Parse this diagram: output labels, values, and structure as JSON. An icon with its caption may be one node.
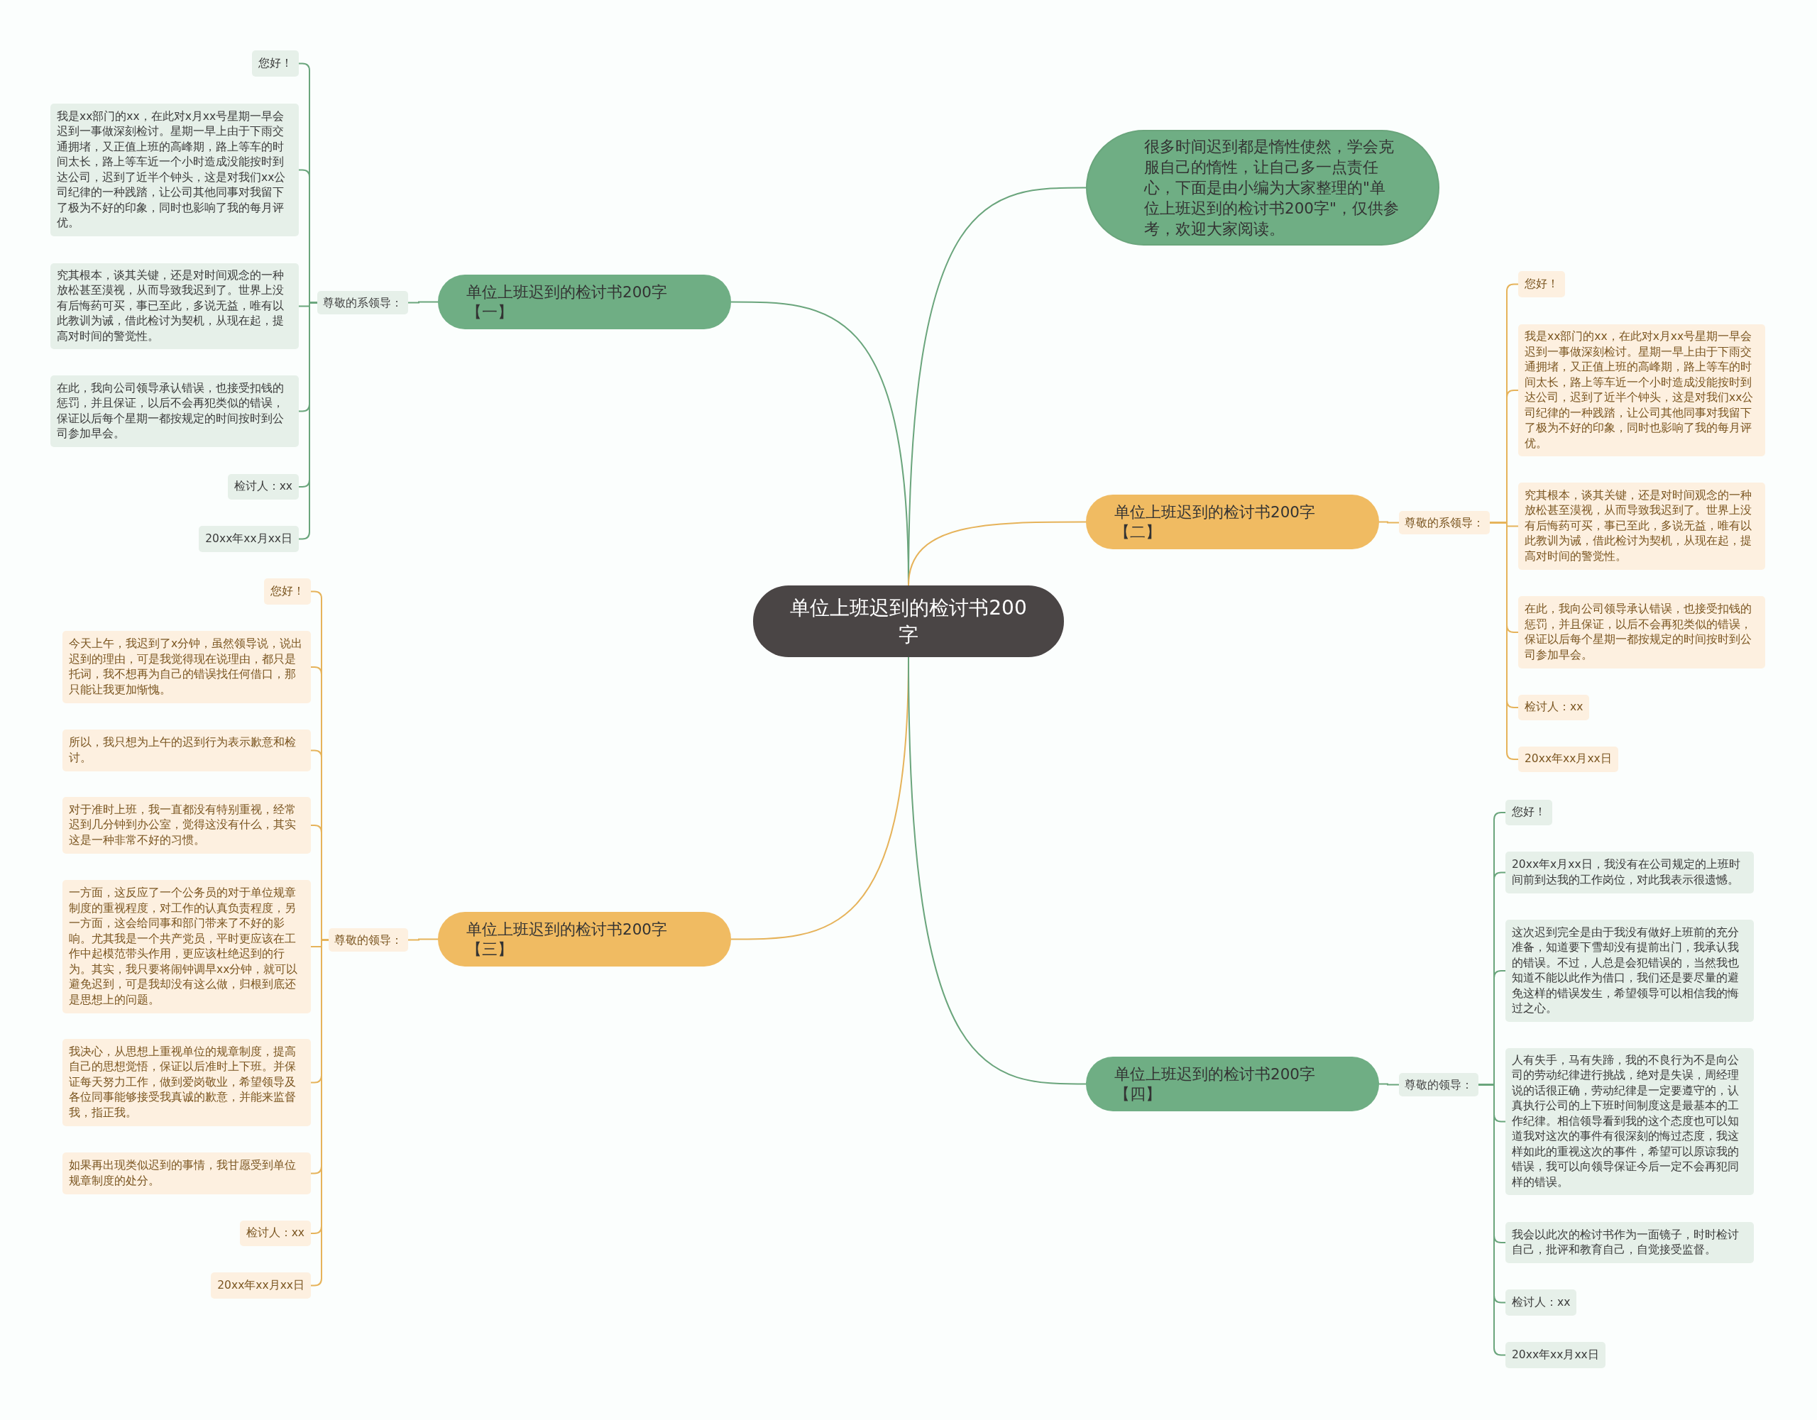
{
  "diagram": {
    "nodes": [
      {
        "text": [
          "单位上班迟到的检讨书200字"
        ]
      },
      {
        "text": [
          "很多时间迟到都是惰性使然，学会克服自己的惰性，让自己多一点责任心，下面是由小编为大家整理的\"单位上班迟到的检讨书200字\"，仅供参考，欢迎大家阅读。"
        ]
      },
      {
        "text": [
          "单位上班迟到的检讨书200字【一】"
        ]
      },
      {
        "text": [
          "尊敬的系领导："
        ]
      },
      {
        "text": [
          "您好！"
        ]
      },
      {
        "text": [
          "我是xx部门的xx，在此对x月xx号星期一早会迟到一事做深刻检讨。星期一早上由于下雨交通拥堵，又正值上班的高峰期，路上等车的时间太长，路上等车近一个小时造成没能按时到达公司，迟到了近半个钟头，这是对我们xx公司纪律的一种践踏，让公司其他同事对我留下了极为不好的印象，同时也影响了我的每月评优。"
        ]
      },
      {
        "text": [
          "究其根本，谈其关键，还是对时间观念的一种放松甚至漠视，从而导致我迟到了。世界上没有后悔药可买，事已至此，多说无益，唯有以此教训为诫，借此检讨为契机，从现在起，提高对时间的警觉性。"
        ]
      },
      {
        "text": [
          "在此，我向公司领导承认错误，也接受扣钱的惩罚，并且保证，以后不会再犯类似的错误，保证以后每个星期一都按规定的时间按时到公司参加早会。"
        ]
      },
      {
        "text": [
          "检讨人：xx"
        ]
      },
      {
        "text": [
          "20xx年xx月xx日"
        ]
      },
      {
        "text": [
          "单位上班迟到的检讨书200字【二】"
        ]
      },
      {
        "text": [
          "尊敬的系领导："
        ]
      },
      {
        "text": [
          "您好！"
        ]
      },
      {
        "text": [
          "我是xx部门的xx，在此对x月xx号星期一早会迟到一事做深刻检讨。星期一早上由于下雨交通拥堵，又正值上班的高峰期，路上等车的时间太长，路上等车近一个小时造成没能按时到达公司，迟到了近半个钟头，这是对我们xx公司纪律的一种践踏，让公司其他同事对我留下了极为不好的印象，同时也影响了我的每月评优。"
        ]
      },
      {
        "text": [
          "究其根本，谈其关键，还是对时间观念的一种放松甚至漠视，从而导致我迟到了。世界上没有后悔药可买，事已至此，多说无益，唯有以此教训为诫，借此检讨为契机，从现在起，提高对时间的警觉性。"
        ]
      },
      {
        "text": [
          "在此，我向公司领导承认错误，也接受扣钱的惩罚，并且保证，以后不会再犯类似的错误，保证以后每个星期一都按规定的时间按时到公司参加早会。"
        ]
      },
      {
        "text": [
          "检讨人：xx"
        ]
      },
      {
        "text": [
          "20xx年xx月xx日"
        ]
      },
      {
        "text": [
          "单位上班迟到的检讨书200字【三】"
        ]
      },
      {
        "text": [
          "尊敬的领导："
        ]
      },
      {
        "text": [
          "您好！"
        ]
      },
      {
        "text": [
          "今天上午，我迟到了x分钟，虽然领导说，说出迟到的理由，可是我觉得现在说理由，都只是托词，我不想再为自己的错误找任何借口，那只能让我更加惭愧。"
        ]
      },
      {
        "text": [
          "所以，我只想为上午的迟到行为表示歉意和检讨。"
        ]
      },
      {
        "text": [
          "对于准时上班，我一直都没有特别重视，经常迟到几分钟到办公室，觉得这没有什么，其实这是一种非常不好的习惯。"
        ]
      },
      {
        "text": [
          "一方面，这反应了一个公务员的对于单位规章制度的重视程度，对工作的认真负责程度，另一方面，这会给同事和部门带来了不好的影响。尤其我是一个共产党员，平时更应该在工作中起模范带头作用，更应该杜绝迟到的行为。其实，我只要将闹钟调早xx分钟，就可以避免迟到，可是我却没有这么做，归根到底还是思想上的问题。"
        ]
      },
      {
        "text": [
          "我决心，从思想上重视单位的规章制度，提高自己的思想觉悟，保证以后准时上下班。并保证每天努力工作，做到爱岗敬业，希望领导及各位同事能够接受我真诚的歉意，并能来监督我，指正我。"
        ]
      },
      {
        "text": [
          "如果再出现类似迟到的事情，我甘愿受到单位规章制度的处分。"
        ]
      },
      {
        "text": [
          "检讨人：xx"
        ]
      },
      {
        "text": [
          "20xx年xx月xx日"
        ]
      },
      {
        "text": [
          "单位上班迟到的检讨书200字【四】"
        ]
      },
      {
        "text": [
          "尊敬的领导："
        ]
      },
      {
        "text": [
          "您好！"
        ]
      },
      {
        "text": [
          "20xx年x月xx日，我没有在公司规定的上班时间前到达我的工作岗位，对此我表示很遗憾。"
        ]
      },
      {
        "text": [
          "这次迟到完全是由于我没有做好上班前的充分准备，知道要下雪却没有提前出门，我承认我的错误。不过，人总是会犯错误的，当然我也知道不能以此作为借口，我们还是要尽量的避免这样的错误发生，希望领导可以相信我的悔过之心。"
        ]
      },
      {
        "text": [
          "人有失手，马有失蹄，我的不良行为不是向公司的劳动纪律进行挑战，绝对是失误，周经理说的话很正确，劳动纪律是一定要遵守的，认真执行公司的上下班时间制度这是最基本的工作纪律。相信领导看到我的这个态度也可以知道我对这次的事件有很深刻的悔过态度，我这样如此的重视这次的事件，希望可以原谅我的错误，我可以向领导保证今后一定不会再犯同样的错误。"
        ]
      },
      {
        "text": [
          "我会以此次的检讨书作为一面镜子，时时检讨自己，批评和教育自己，自觉接受监督。"
        ]
      },
      {
        "text": [
          "检讨人：xx"
        ]
      },
      {
        "text": [
          "20xx年xx月xx日"
        ]
      }
    ],
    "edges": [
      {
        "from": 0,
        "to": 1,
        "arrow": "none",
        "color": "#6aa57c"
      },
      {
        "from": 0,
        "to": 2,
        "arrow": "none",
        "color": "#6aa57c"
      },
      {
        "from": 0,
        "to": 10,
        "arrow": "none"
      },
      {
        "from": 0,
        "to": 18,
        "arrow": "none"
      },
      {
        "from": 0,
        "to": 29,
        "arrow": "none",
        "color": "#6aa57c"
      },
      {
        "from": 2,
        "to": 3,
        "arrow": "none",
        "color": "#6aa57c"
      },
      {
        "from": 3,
        "to": 4,
        "arrow": "none",
        "color": "#6aa57c"
      },
      {
        "from": 3,
        "to": 5,
        "arrow": "none",
        "color": "#6aa57c"
      },
      {
        "from": 3,
        "to": 6,
        "arrow": "none",
        "color": "#6aa57c"
      },
      {
        "from": 3,
        "to": 7,
        "arrow": "none",
        "color": "#6aa57c"
      },
      {
        "from": 3,
        "to": 8,
        "arrow": "none",
        "color": "#6aa57c"
      },
      {
        "from": 3,
        "to": 9,
        "arrow": "none",
        "color": "#6aa57c"
      },
      {
        "from": 10,
        "to": 11,
        "arrow": "none"
      },
      {
        "from": 11,
        "to": 12,
        "arrow": "none"
      },
      {
        "from": 11,
        "to": 13,
        "arrow": "none"
      },
      {
        "from": 11,
        "to": 14,
        "arrow": "none"
      },
      {
        "from": 11,
        "to": 15,
        "arrow": "none"
      },
      {
        "from": 11,
        "to": 16,
        "arrow": "none"
      },
      {
        "from": 11,
        "to": 17,
        "arrow": "none"
      },
      {
        "from": 18,
        "to": 19,
        "arrow": "none"
      },
      {
        "from": 19,
        "to": 20,
        "arrow": "none"
      },
      {
        "from": 19,
        "to": 21,
        "arrow": "none"
      },
      {
        "from": 19,
        "to": 22,
        "arrow": "none"
      },
      {
        "from": 19,
        "to": 23,
        "arrow": "none"
      },
      {
        "from": 19,
        "to": 24,
        "arrow": "none"
      },
      {
        "from": 19,
        "to": 25,
        "arrow": "none"
      },
      {
        "from": 19,
        "to": 26,
        "arrow": "none"
      },
      {
        "from": 19,
        "to": 27,
        "arrow": "none"
      },
      {
        "from": 19,
        "to": 28,
        "arrow": "none"
      },
      {
        "from": 29,
        "to": 30,
        "arrow": "none",
        "color": "#6aa57c"
      },
      {
        "from": 30,
        "to": 31,
        "arrow": "none",
        "color": "#6aa57c"
      },
      {
        "from": 30,
        "to": 32,
        "arrow": "none",
        "color": "#6aa57c"
      },
      {
        "from": 30,
        "to": 33,
        "arrow": "none",
        "color": "#6aa57c"
      },
      {
        "from": 30,
        "to": 34,
        "arrow": "none",
        "color": "#6aa57c"
      },
      {
        "from": 30,
        "to": 35,
        "arrow": "none",
        "color": "#6aa57c"
      },
      {
        "from": 30,
        "to": 36,
        "arrow": "none",
        "color": "#6aa57c"
      },
      {
        "from": 30,
        "to": 37,
        "arrow": "none",
        "color": "#6aa57c"
      }
    ]
  }
}
